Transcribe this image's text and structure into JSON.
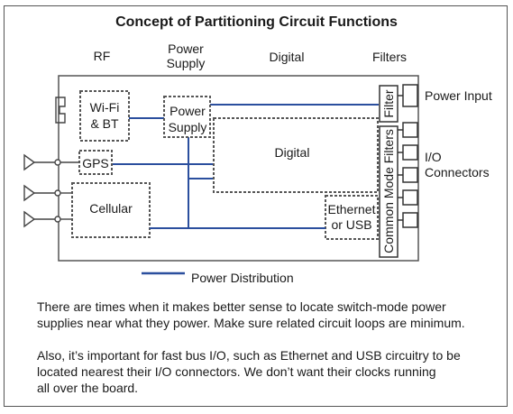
{
  "title": "Concept of Partitioning Circuit Functions",
  "column_headers": {
    "rf": "RF",
    "power_supply_line1": "Power",
    "power_supply_line2": "Supply",
    "digital": "Digital",
    "filters": "Filters"
  },
  "blocks": {
    "wifi_line1": "Wi-Fi",
    "wifi_line2": "& BT",
    "power_supply_line1": "Power",
    "power_supply_line2": "Supply",
    "gps": "GPS",
    "digital": "Digital",
    "cellular": "Cellular",
    "ethernet_line1": "Ethernet",
    "ethernet_line2": "or USB",
    "filter": "Filter",
    "common_mode_filters": "Common Mode Filters"
  },
  "connectors": {
    "power_input": "Power Input",
    "io_line1": "I/O",
    "io_line2": "Connectors"
  },
  "legend": {
    "power_distribution": "Power Distribution",
    "color": "#2b4f9e"
  },
  "paragraphs": [
    {
      "line1": "There are times when it makes better sense to locate switch-mode power",
      "line2": "supplies near what they power. Make sure related circuit loops are minimum."
    },
    {
      "line1": "Also, it’s important for fast bus I/O, such as Ethernet and USB circuitry to be",
      "line2": "located nearest their I/O connectors. We don’t want their clocks running",
      "line3": "all over the board."
    }
  ]
}
